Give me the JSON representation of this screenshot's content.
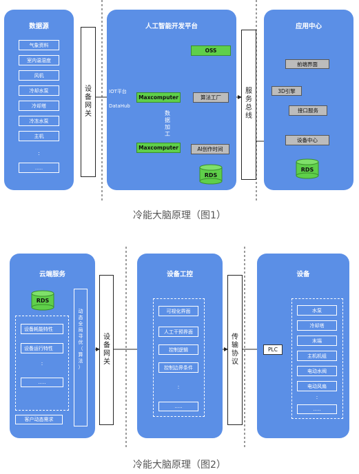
{
  "diagram1": {
    "panels": {
      "datasource": {
        "title": "数据源",
        "items": [
          "气象资料",
          "室内温湿度",
          "风机",
          "冷却水泵",
          "冷却塔",
          "冷冻水泵",
          "主机"
        ],
        "ellipsis": ":",
        "more": "....."
      },
      "ai_platform": {
        "title": "人工智能开发平台",
        "oss": "OSS",
        "maxcomputer_top": "Maxcomputer",
        "maxcomputer_bottom": "Maxcomputer",
        "algo_factory": "算法工厂",
        "ai_time": "AI创作时间",
        "rds": "RDS",
        "data_process": "数据加工",
        "iot_label": "IOT平台",
        "datahub_label": "DataHub"
      },
      "app_center": {
        "title": "应用中心",
        "frontend": "前端界面",
        "engine_3d": "3D引擎",
        "api_service": "接口服务",
        "device_center": "设备中心",
        "rds": "RDS"
      }
    },
    "gateway": "设备网关",
    "service_bus": "服务总线",
    "caption": "冷能大脑原理（图1）"
  },
  "diagram2": {
    "panels": {
      "cloud": {
        "title": "云端服务",
        "rds": "RDS",
        "items": [
          "设备耗能特性",
          "设备运行特性"
        ],
        "ellipsis": ":",
        "more": ".....",
        "customer_demand": "客户动态需求",
        "optimizer": "动态全局寻优（算法）"
      },
      "control": {
        "title": "设备工控",
        "items": [
          "可视化界面",
          "人工干预界面",
          "控制逻辑",
          "控制边界条件"
        ],
        "ellipsis": ":",
        "more": "....."
      },
      "devices": {
        "title": "设备",
        "plc": "PLC",
        "items": [
          "水泵",
          "冷却塔",
          "末端",
          "主机机组",
          "电动水阀",
          "电动风扇"
        ],
        "ellipsis": ":",
        "more": "....."
      }
    },
    "gateway": "设备网关",
    "protocol": "传输协议",
    "caption": "冷能大脑原理（图2）"
  },
  "colors": {
    "panel": "#5b8fe6",
    "green": "#5fcf4a",
    "grey": "#bcbcbc"
  }
}
